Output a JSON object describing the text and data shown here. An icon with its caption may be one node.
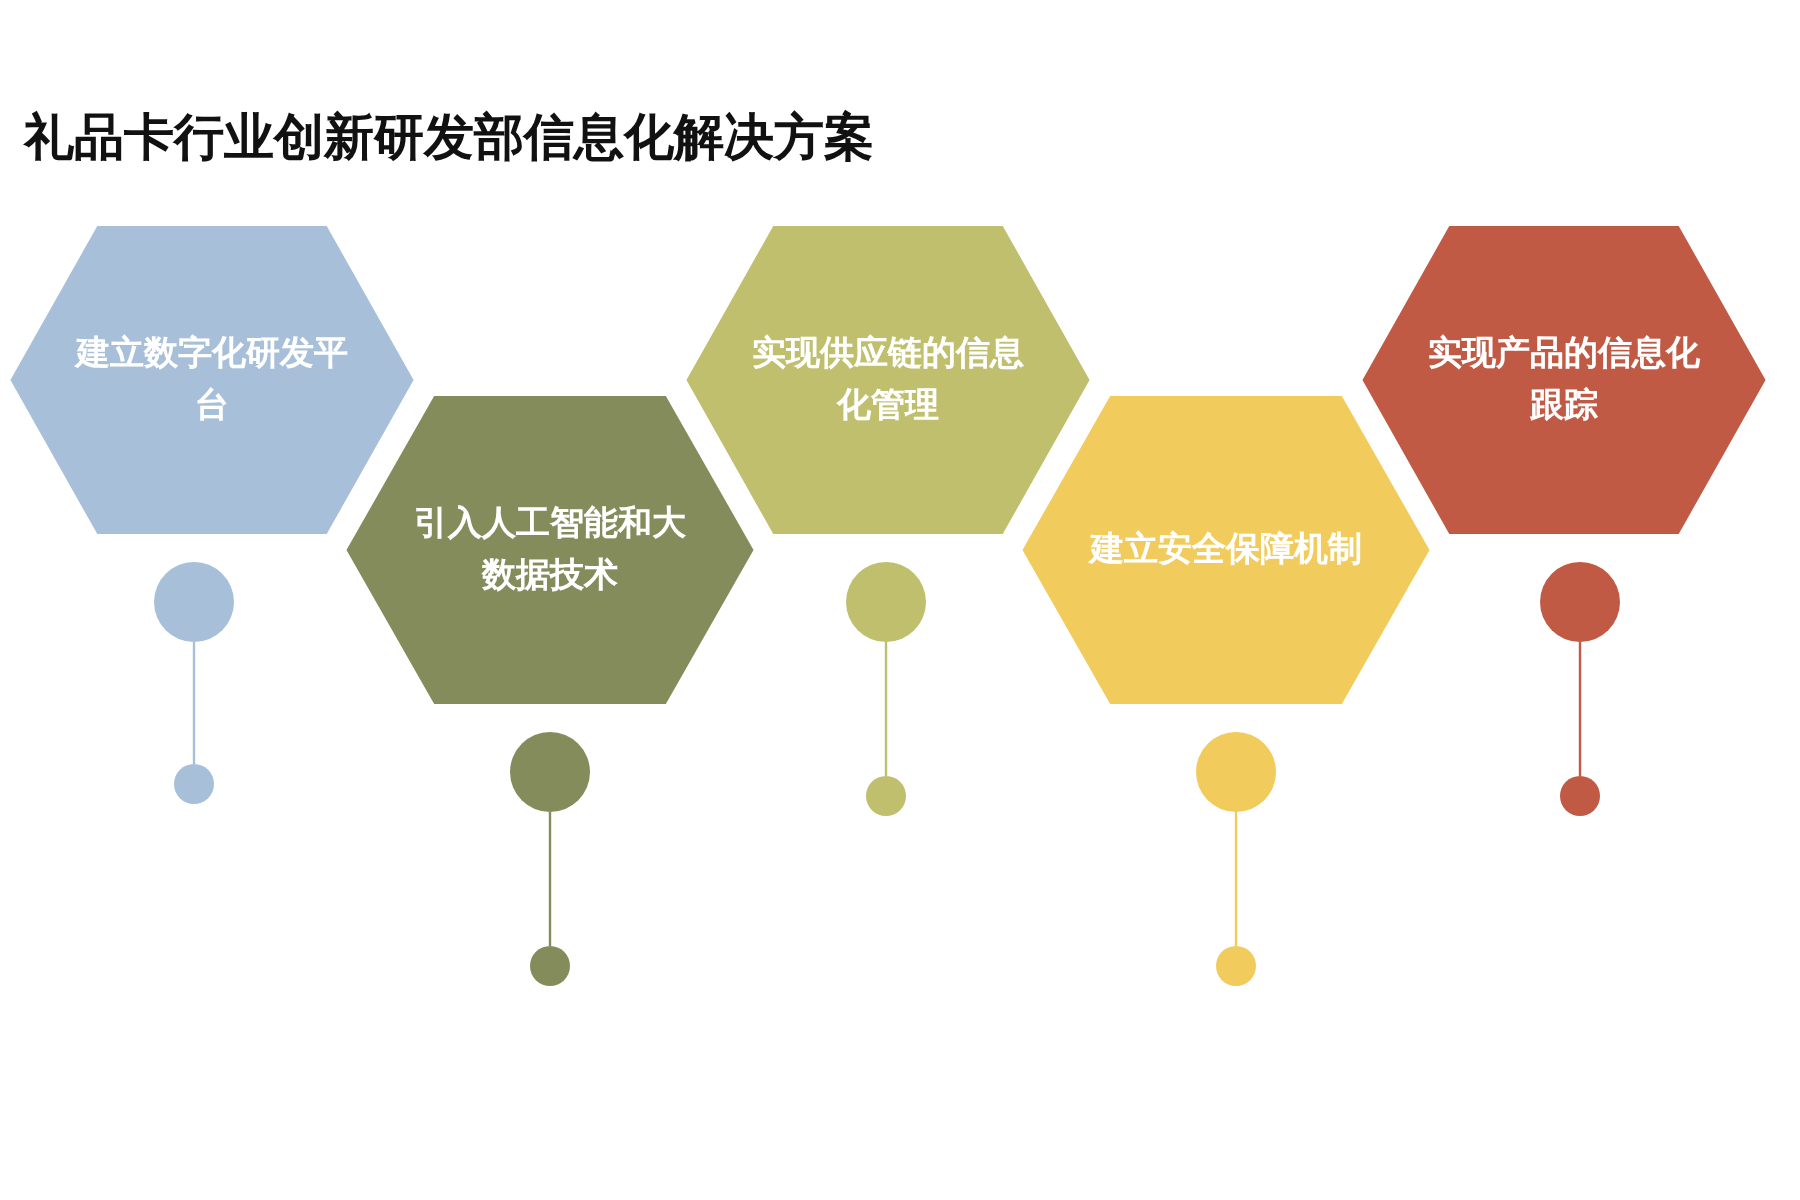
{
  "diagram": {
    "title": "礼品卡行业创新研发部信息化解决方案",
    "nodes": [
      {
        "text": [
          "建立数字化研发平台"
        ]
      },
      {
        "text": [
          "引入人工智能和大数据技术"
        ]
      },
      {
        "text": [
          "实现供应链的信息化管理"
        ]
      },
      {
        "text": [
          "建立安全保障机制"
        ]
      },
      {
        "text": [
          "实现产品的信息化跟踪"
        ]
      },
      {
        "text": [],
        "shape": "circle"
      },
      {
        "text": [],
        "shape": "circle"
      },
      {
        "text": [],
        "shape": "circle"
      },
      {
        "text": [],
        "shape": "circle"
      },
      {
        "text": [],
        "shape": "circle"
      },
      {
        "text": [],
        "shape": "circle"
      },
      {
        "text": [],
        "shape": "circle"
      },
      {
        "text": [],
        "shape": "circle"
      },
      {
        "text": [],
        "shape": "circle"
      },
      {
        "text": [],
        "shape": "circle"
      }
    ],
    "edges": [
      {
        "from": 5,
        "to": 10,
        "arrow": "none",
        "color": "#a7bfd8"
      },
      {
        "from": 6,
        "to": 11,
        "arrow": "none",
        "color": "#858c5c"
      },
      {
        "from": 7,
        "to": 12,
        "arrow": "none",
        "color": "#bfbf6e"
      },
      {
        "from": 8,
        "to": 13,
        "arrow": "none",
        "color": "#f2cb5d"
      },
      {
        "from": 9,
        "to": 14,
        "arrow": "none",
        "color": "#c05a44"
      }
    ]
  }
}
